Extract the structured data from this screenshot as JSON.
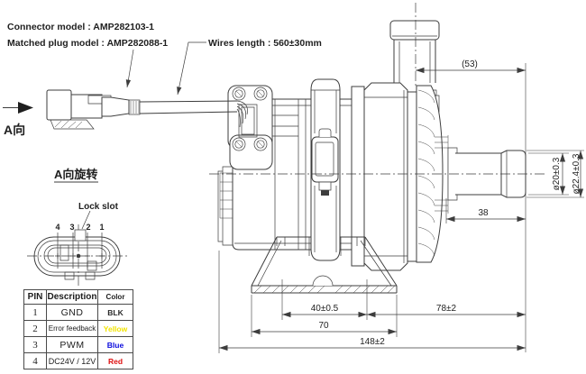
{
  "title_block": {
    "connector_model": "Connector model : AMP282103-1",
    "matched_plug_model": "Matched plug model : AMP282088-1",
    "wires_length": "Wires length : 560±30mm"
  },
  "labels": {
    "view_direction": "A向",
    "view_rotation": "A向旋转",
    "lock_slot": "Lock slot"
  },
  "connector_face": {
    "pin_numbers": [
      "4",
      "3",
      "2",
      "1"
    ]
  },
  "dimensions": {
    "outlet_offset": "(53)",
    "pipe_od": "ø20±0.3",
    "barb_od": "ø22.4±0.3",
    "pipe_length": "38",
    "pipe_to_base": "78±2",
    "hole_spacing": "40±0.5",
    "base_width": "70",
    "overall_length": "148±2"
  },
  "pin_table": {
    "headers": [
      "PIN",
      "Description",
      "Color"
    ],
    "rows": [
      {
        "pin": "1",
        "description": "GND",
        "color": "BLK",
        "color_hex": "#2a2a2a"
      },
      {
        "pin": "2",
        "description": "Error feedback",
        "color": "Yellow",
        "color_hex": "#f2e400"
      },
      {
        "pin": "3",
        "description": "PWM",
        "color": "Blue",
        "color_hex": "#0c0cdd"
      },
      {
        "pin": "4",
        "description": "DC24V / 12V",
        "color": "Red",
        "color_hex": "#df1111"
      }
    ]
  },
  "style": {
    "line_color": "#3d3d3d",
    "text_color": "#1f1f1f",
    "background": "#ffffff"
  }
}
